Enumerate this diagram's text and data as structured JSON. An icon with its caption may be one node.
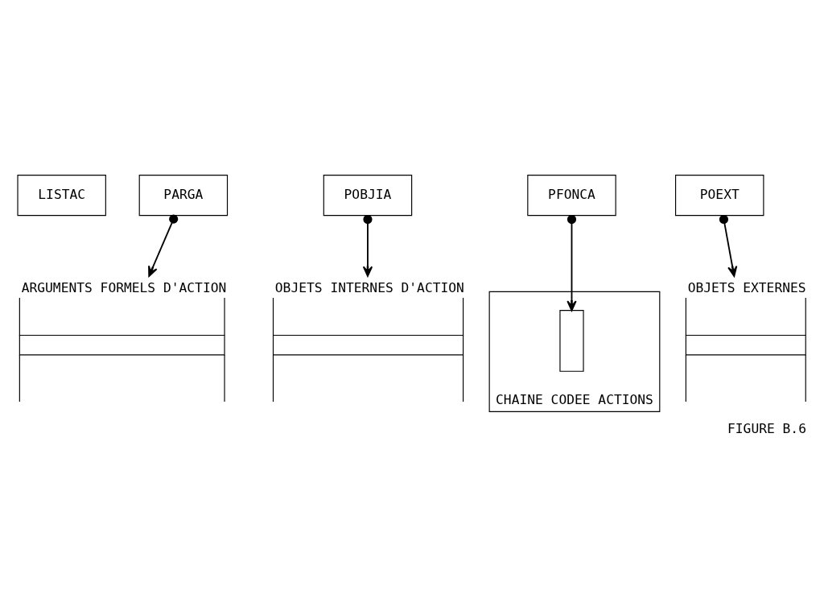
{
  "diagram": {
    "caption": "FIGURE B.6",
    "nodes": [
      {
        "text": [
          "LISTAC"
        ]
      },
      {
        "text": [
          "PARGA"
        ]
      },
      {
        "text": [
          "POBJIA"
        ]
      },
      {
        "text": [
          "PFONCA"
        ]
      },
      {
        "text": [
          "POEXT"
        ]
      },
      {
        "text": [
          "ARGUMENTS FORMELS D'ACTION"
        ]
      },
      {
        "text": [
          "OBJETS INTERNES D'ACTION"
        ]
      },
      {
        "text": [
          "OBJETS EXTERNES"
        ]
      },
      {
        "text": [
          "CHAINE CODEE ACTIONS"
        ]
      },
      {
        "text": [],
        "shape": "box",
        "in": 8
      }
    ],
    "edges": [
      {
        "from": 1,
        "to": 5,
        "arrow": "to"
      },
      {
        "from": 2,
        "to": 6,
        "arrow": "to"
      },
      {
        "from": 3,
        "to": 9,
        "arrow": "to"
      },
      {
        "from": 4,
        "to": 7,
        "arrow": "to"
      }
    ]
  }
}
